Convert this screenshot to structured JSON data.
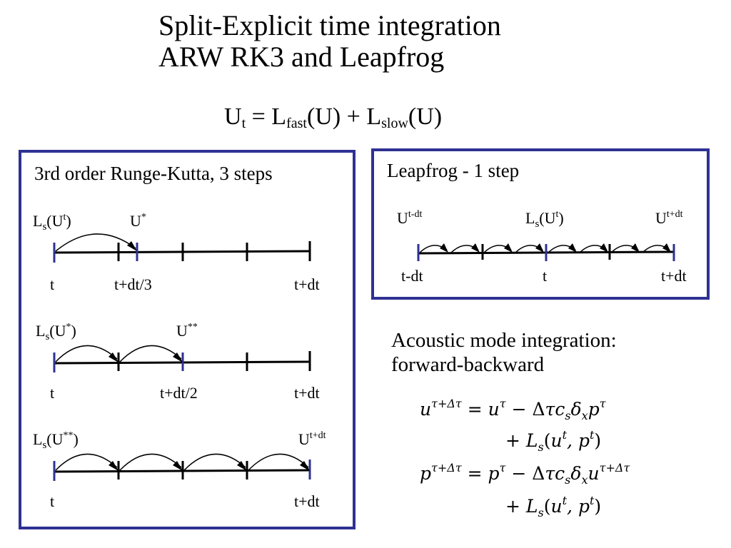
{
  "title": {
    "line1": "Split-Explicit time integration",
    "line2": "ARW RK3  and  Leapfrog"
  },
  "main_equation": {
    "lhs": "U",
    "lhs_sub": "t",
    "eq": " = L",
    "fast_sub": "fast",
    "mid": "(U) + L",
    "slow_sub": "slow",
    "end": "(U)"
  },
  "rk3_box": {
    "title": "3rd order Runge-Kutta, 3 steps",
    "step1": {
      "src_base": "L",
      "src_sub": "s",
      "src_arg": "(U",
      "src_sup": "t",
      "src_close": ")",
      "dst_base": "U",
      "dst_sup": "*",
      "t0": "t",
      "tmid": "t+dt/3",
      "t1": "t+dt"
    },
    "step2": {
      "src_base": "L",
      "src_sub": "s",
      "src_arg": "(U",
      "src_sup": "*",
      "src_close": ")",
      "dst_base": "U",
      "dst_sup": "**",
      "t0": "t",
      "tmid": "t+dt/2",
      "t1": "t+dt"
    },
    "step3": {
      "src_base": "L",
      "src_sub": "s",
      "src_arg": "(U",
      "src_sup": "**",
      "src_close": ")",
      "dst_base": "U",
      "dst_sup": "t+dt",
      "t0": "t",
      "t1": "t+dt"
    }
  },
  "leapfrog_box": {
    "title": "Leapfrog - 1 step",
    "left_base": "U",
    "left_sup": "t-dt",
    "mid_base": "L",
    "mid_sub": "s",
    "mid_arg": "(U",
    "mid_sup": "t",
    "mid_close": ")",
    "right_base": "U",
    "right_sup": "t+dt",
    "t0": "t-dt",
    "tmid": "t",
    "t1": "t+dt"
  },
  "acoustic": {
    "line1": "Acoustic mode integration:",
    "line2": "forward-backward"
  },
  "colors": {
    "box_border": "#2e3192",
    "tick_accent": "#2e3192"
  }
}
